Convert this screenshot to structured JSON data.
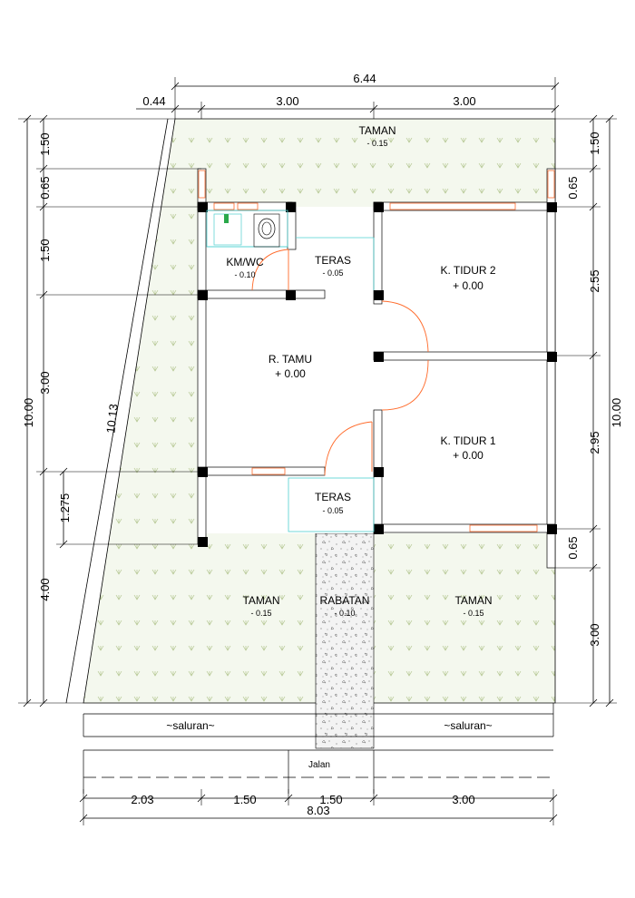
{
  "rooms": {
    "taman_top": {
      "label": "TAMAN",
      "level": "- 0.15"
    },
    "km_wc": {
      "label": "KM/WC",
      "level": "- 0.10"
    },
    "teras_top": {
      "label": "TERAS",
      "level": "- 0.05"
    },
    "k_tidur_2": {
      "label": "K. TIDUR 2",
      "level": "+ 0.00"
    },
    "r_tamu": {
      "label": "R. TAMU",
      "level": "+ 0.00"
    },
    "k_tidur_1": {
      "label": "K. TIDUR 1",
      "level": "+ 0.00"
    },
    "teras_bottom": {
      "label": "TERAS",
      "level": "- 0.05"
    },
    "taman_left": {
      "label": "TAMAN",
      "level": "- 0.15"
    },
    "rabatan": {
      "label": "RABATAN",
      "level": "- 0.10"
    },
    "taman_right": {
      "label": "TAMAN",
      "level": "- 0.15"
    }
  },
  "street": {
    "saluran_left": "~saluran~",
    "saluran_right": "~saluran~",
    "jalan": "Jalan"
  },
  "dimensions": {
    "top_total": "6.44",
    "top_offset": "0.44",
    "top_seg1": "3.00",
    "top_seg2": "3.00",
    "left_seg1": "1.50",
    "left_seg2": "0.65",
    "left_seg3": "1.50",
    "left_seg4": "3.00",
    "left_seg5": "1.275",
    "left_seg6": "4.00",
    "left_total": "10.00",
    "diagonal": "10.13",
    "right_seg1": "1.50",
    "right_seg2": "0.65",
    "right_seg3": "2.55",
    "right_seg4": "2.95",
    "right_seg5": "0.65",
    "right_seg6": "3.00",
    "right_total": "10.00",
    "bottom_seg1": "2.03",
    "bottom_seg2": "1.50",
    "bottom_seg3": "1.50",
    "bottom_seg4": "3.00",
    "bottom_total": "8.03"
  },
  "colors": {
    "hatch_fill": "#e9f1dc",
    "hatch_mark": "#b9c99a",
    "door_swing": "#ff6a2a",
    "wet_area": "#4fd0d0",
    "rabatan_fill": "#f1f1f1"
  }
}
